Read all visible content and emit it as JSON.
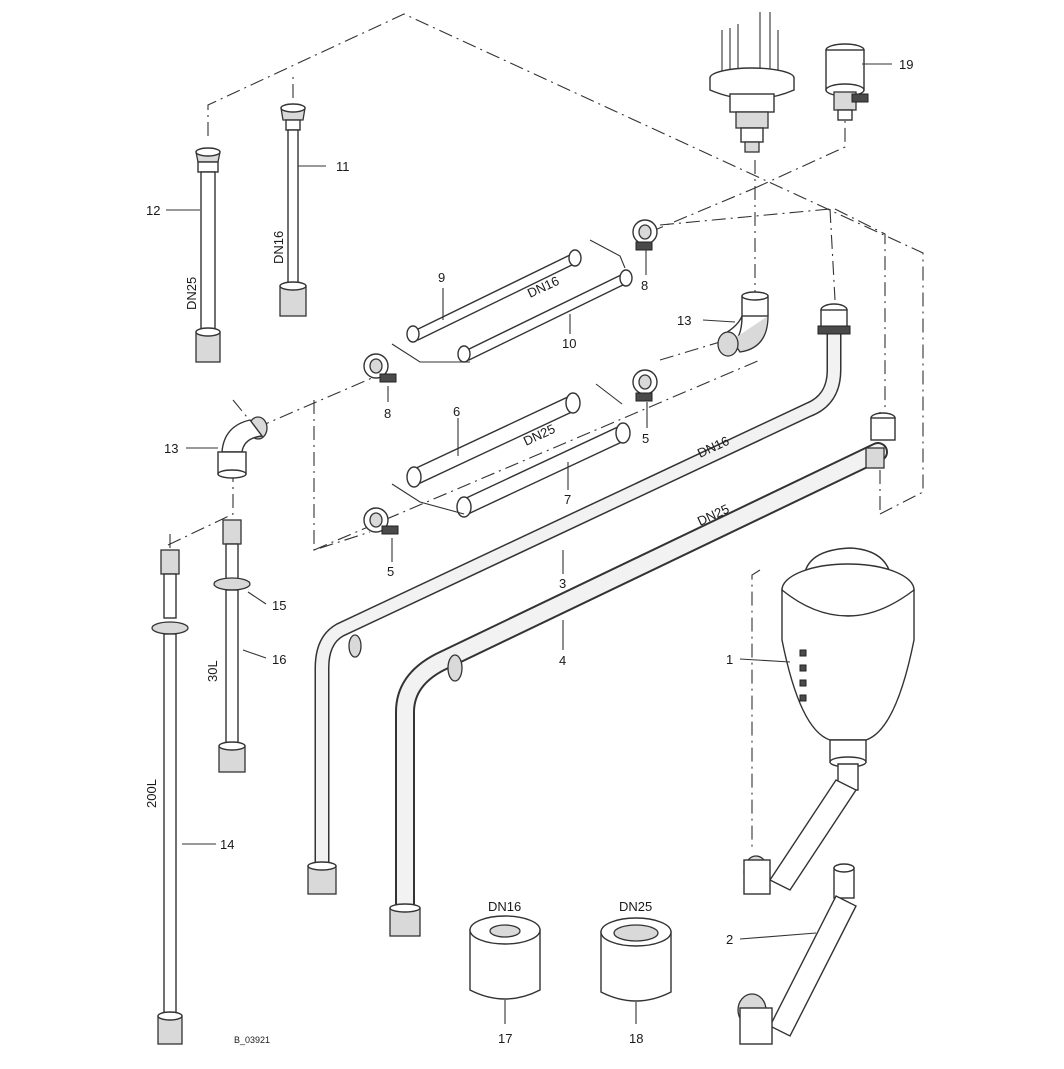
{
  "diagram": {
    "drawing_id": "B_03921",
    "callouts": {
      "c1": "1",
      "c2": "2",
      "c3": "3",
      "c4": "4",
      "c5a": "5",
      "c5b": "5",
      "c6": "6",
      "c7": "7",
      "c8a": "8",
      "c8b": "8",
      "c9": "9",
      "c10": "10",
      "c11": "11",
      "c12": "12",
      "c13a": "13",
      "c13b": "13",
      "c14": "14",
      "c15": "15",
      "c16": "16",
      "c17": "17",
      "c18": "18",
      "c19": "19"
    },
    "labels": {
      "dn25_part12": "DN25",
      "dn16_part11": "DN16",
      "dn16_hoses_9_10": "DN16",
      "dn25_hoses_6_7": "DN25",
      "dn16_part3": "DN16",
      "dn25_part4": "DN25",
      "vol_part16": "30L",
      "vol_part14": "200L",
      "dn16_part17": "DN16",
      "dn25_part18": "DN25"
    }
  }
}
